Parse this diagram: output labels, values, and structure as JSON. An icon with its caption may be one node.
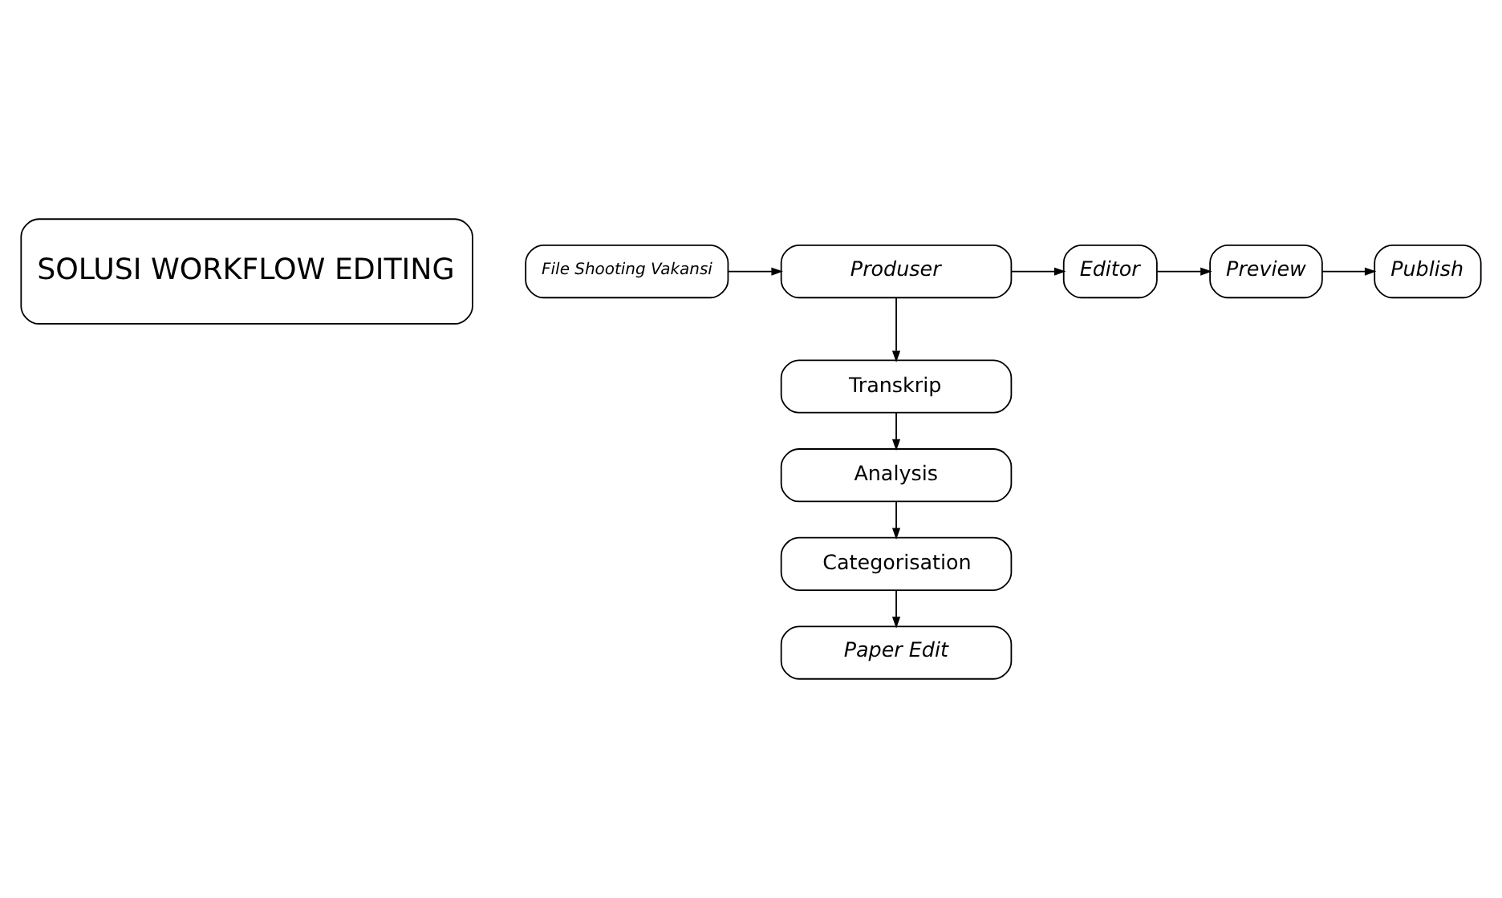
{
  "diagram": {
    "nodes": [
      {
        "text": [
          "SOLUSI WORKFLOW EDITING"
        ]
      },
      {
        "text": [
          "File Shooting Vakansi"
        ]
      },
      {
        "text": [
          "Produser"
        ]
      },
      {
        "text": [
          "Editor"
        ]
      },
      {
        "text": [
          "Preview"
        ]
      },
      {
        "text": [
          "Publish"
        ]
      },
      {
        "text": [
          "Transkrip"
        ]
      },
      {
        "text": [
          "Analysis"
        ]
      },
      {
        "text": [
          "Categorisation"
        ]
      },
      {
        "text": [
          "Paper Edit"
        ]
      }
    ],
    "edges": [
      {
        "from": 1,
        "to": 2,
        "arrow": "to"
      },
      {
        "from": 2,
        "to": 3,
        "arrow": "to"
      },
      {
        "from": 3,
        "to": 4,
        "arrow": "to"
      },
      {
        "from": 4,
        "to": 5,
        "arrow": "to"
      },
      {
        "from": 2,
        "to": 6,
        "arrow": "to"
      },
      {
        "from": 6,
        "to": 7,
        "arrow": "to"
      },
      {
        "from": 7,
        "to": 8,
        "arrow": "to"
      },
      {
        "from": 8,
        "to": 9,
        "arrow": "to"
      }
    ]
  }
}
